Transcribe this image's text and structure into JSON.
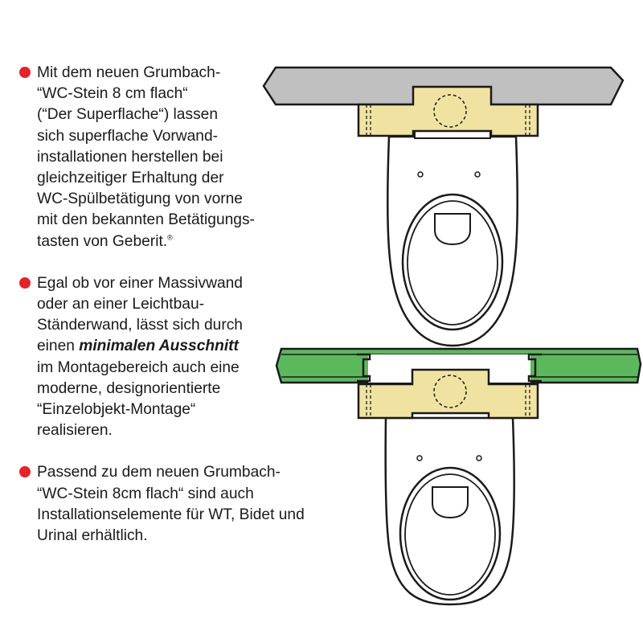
{
  "colors": {
    "bullet": "#e52228",
    "wall_solid": "#c0c0c0",
    "wall_drywall": "#5cb85c",
    "element": "#f0e3a1",
    "outline": "#1a1a1a"
  },
  "paragraphs": [
    {
      "lines": [
        "Mit dem neuen Grumbach-",
        "“WC-Stein 8 cm flach“",
        "(“Der Superflache“) lassen",
        "sich superflache Vorwand-",
        "installationen herstellen bei",
        "gleichzeitiger Erhaltung der",
        "WC-Spülbetätigung von vorne",
        "mit den bekannten Betätigungs-",
        "tasten von Geberit."
      ],
      "registered": "®"
    },
    {
      "lines_before": [
        "Egal ob vor einer Massivwand",
        "oder an einer Leichtbau-",
        "Ständerwand, lässt sich durch"
      ],
      "emph_prefix": "einen ",
      "emph": "minimalen Ausschnitt",
      "lines_after": [
        "im Montagebereich auch eine",
        "moderne, designorientierte",
        "“Einzelobjekt-Montage“",
        "realisieren."
      ]
    },
    {
      "lines": [
        "Passend zu dem neuen Grumbach-",
        "“WC-Stein 8cm flach“ sind auch",
        "Installationselemente für WT, Bidet und",
        "Urinal erhältlich."
      ]
    }
  ],
  "diagrams": [
    {
      "icon": "toilet-solid-wall-diagram"
    },
    {
      "icon": "toilet-drywall-diagram"
    }
  ]
}
